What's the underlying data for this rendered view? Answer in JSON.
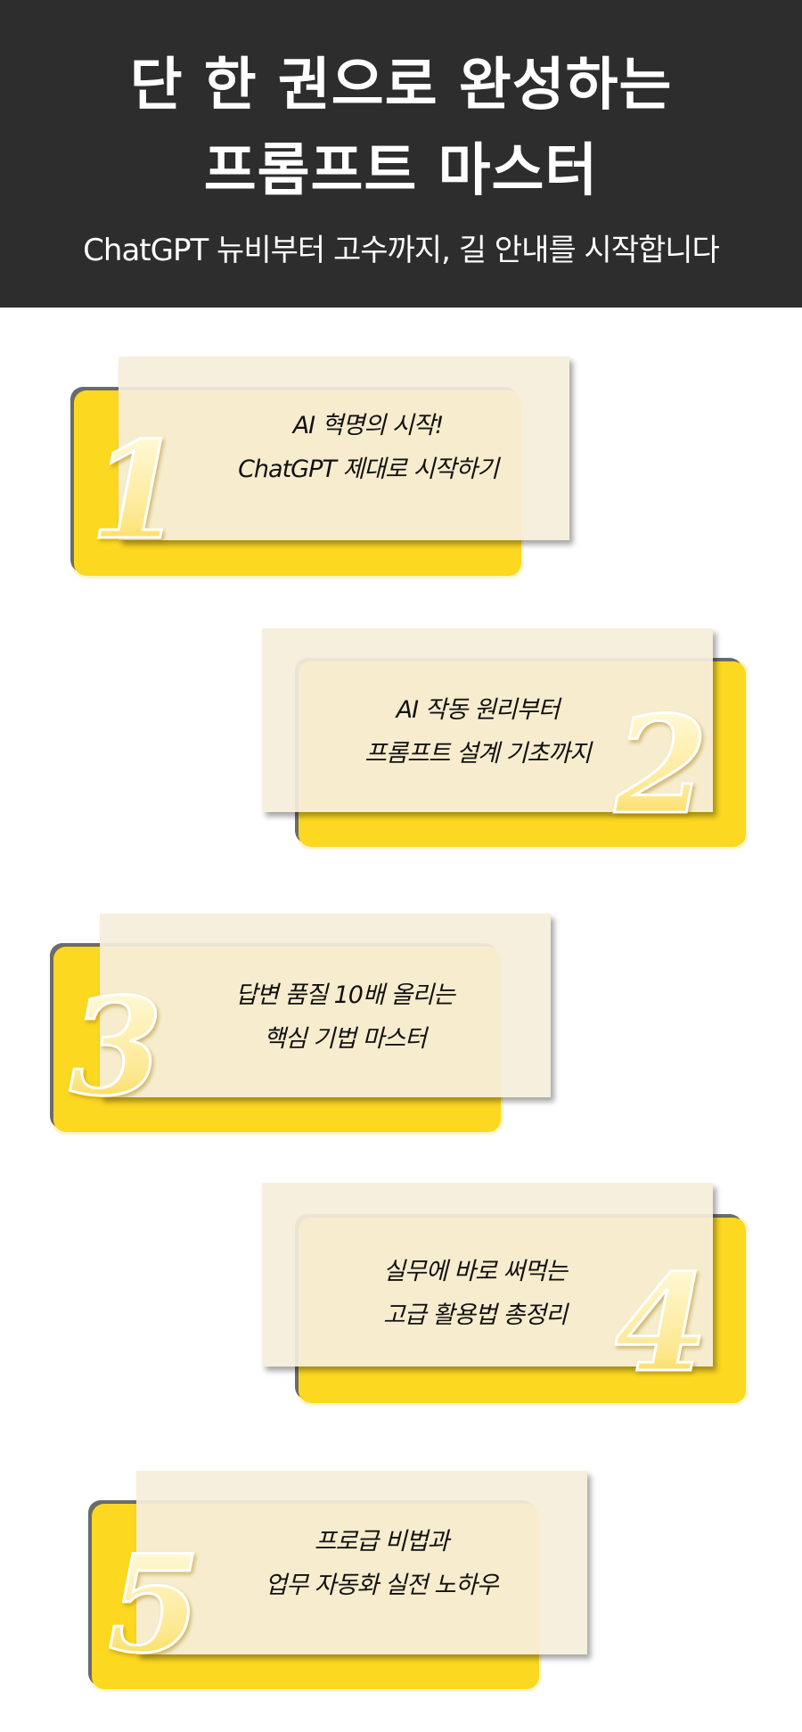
{
  "header": {
    "title_line1": "단 한 권으로 완성하는",
    "title_line2": "프롬프트 마스터",
    "subtitle": "ChatGPT 뉴비부터 고수까지, 길 안내를 시작합니다"
  },
  "colors": {
    "header_bg": "#2d2d2d",
    "card_yellow": "#fdd821",
    "panel_beige": "#f6eedc"
  },
  "chapters": [
    {
      "number": "1",
      "line1": "AI 혁명의 시작!",
      "line2": "ChatGPT 제대로 시작하기"
    },
    {
      "number": "2",
      "line1": "AI 작동 원리부터",
      "line2": "프롬프트 설계 기초까지"
    },
    {
      "number": "3",
      "line1": "답변 품질 10배 올리는",
      "line2": "핵심 기법 마스터"
    },
    {
      "number": "4",
      "line1": "실무에 바로 써먹는",
      "line2": "고급 활용법 총정리"
    },
    {
      "number": "5",
      "line1": "프로급 비법과",
      "line2": "업무 자동화 실전 노하우"
    }
  ]
}
